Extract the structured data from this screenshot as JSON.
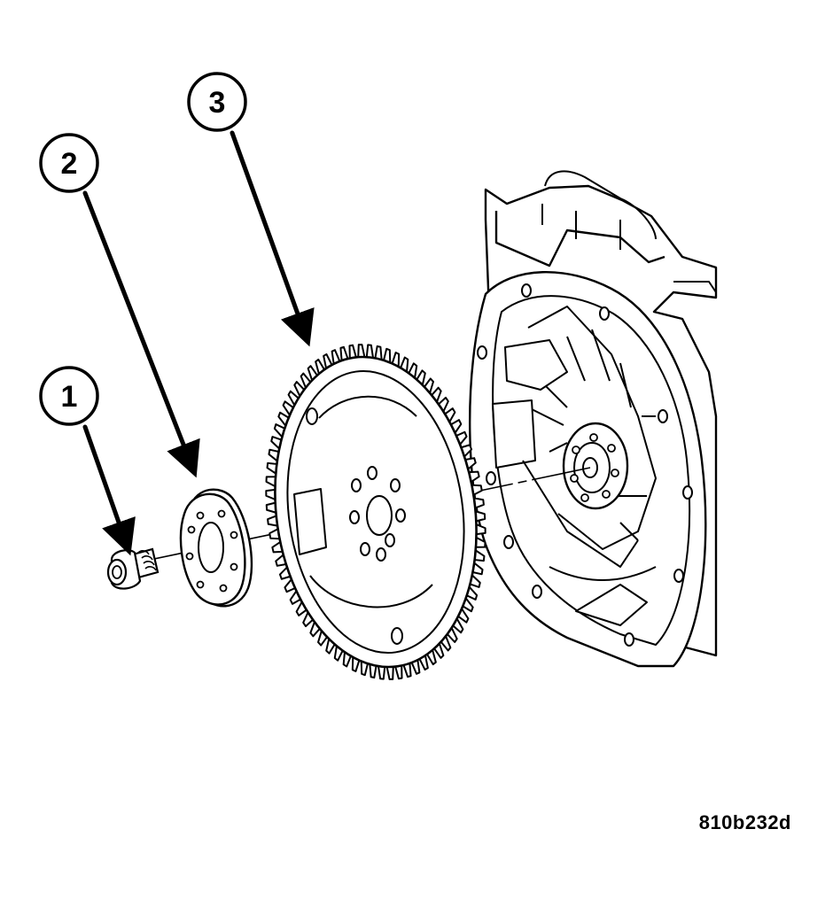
{
  "callouts": [
    {
      "number": "1",
      "part": "bolt"
    },
    {
      "number": "2",
      "part": "flywheel-plate"
    },
    {
      "number": "3",
      "part": "flywheel-ring-gear"
    }
  ],
  "figure_id": "810b232d"
}
